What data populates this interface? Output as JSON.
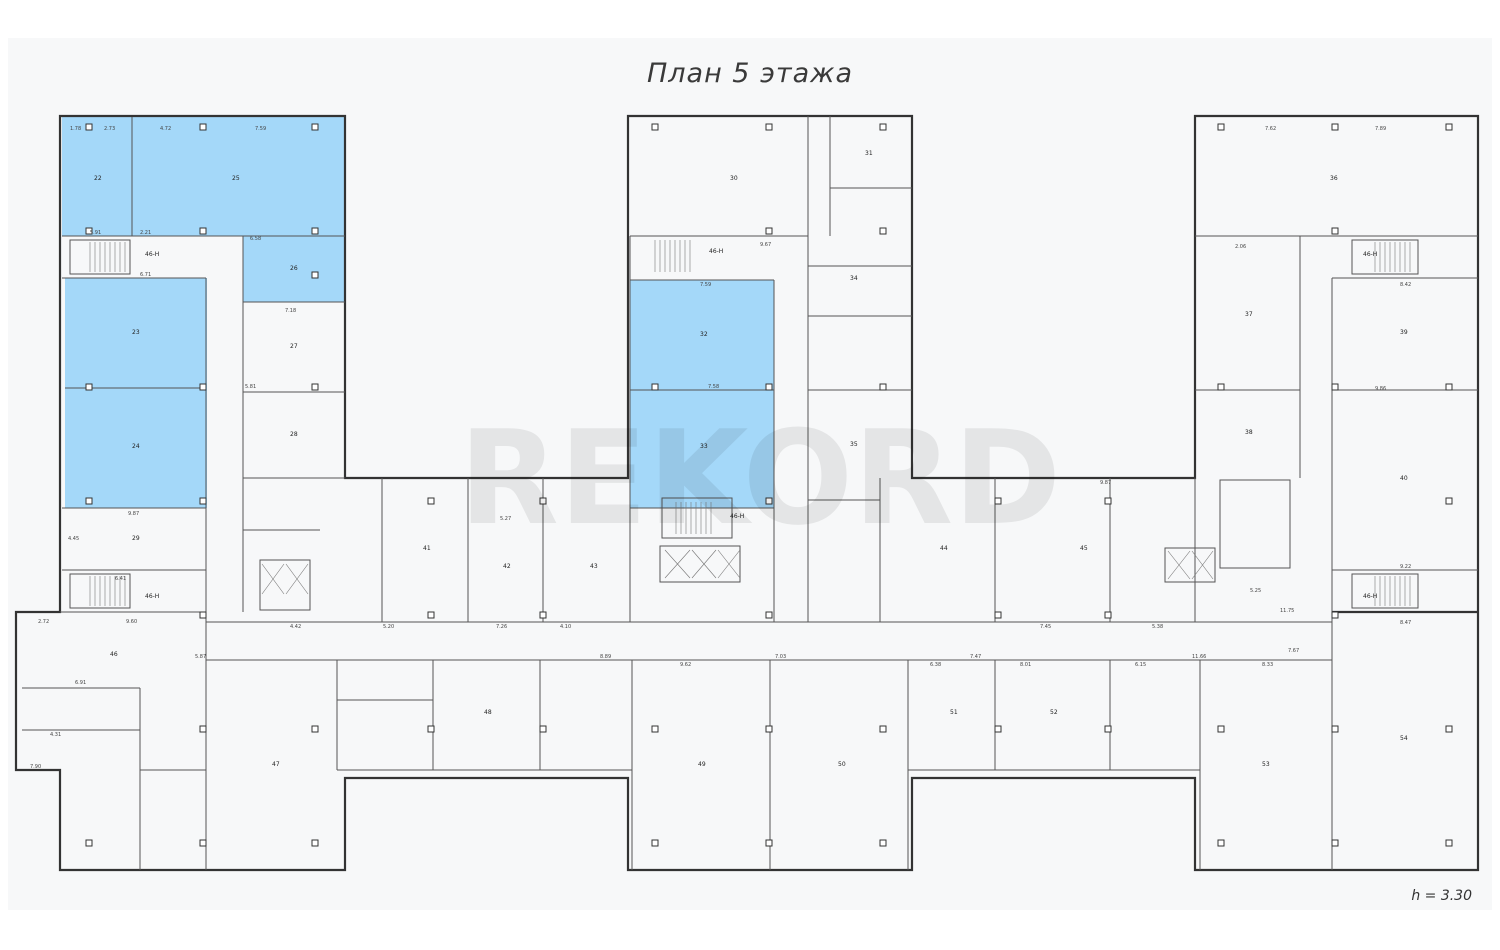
{
  "title": "План 5 этажа",
  "height_note": "h = 3.30",
  "watermark": "REKORD",
  "colors": {
    "highlight": "#a4d8f9",
    "walls": "#333333",
    "background": "#f7f8f9"
  },
  "stair_labels": [
    "46-Н",
    "46-Н",
    "46-Н",
    "46-Н",
    "46-Н",
    "46-Н"
  ],
  "dimension_labels": [
    "1.78",
    "2.73",
    "4.72",
    "7.59",
    "5.91",
    "6.58",
    "6.71",
    "2.21",
    "7.18",
    "9.87",
    "4.45",
    "6.41",
    "2.72",
    "9.60",
    "6.91",
    "4.31",
    "7.90",
    "5.81",
    "5.27",
    "4.42",
    "5.20",
    "7.26",
    "4.10",
    "5.87",
    "7.59",
    "7.58",
    "9.67",
    "8.89",
    "9.62",
    "7.03",
    "6.38",
    "7.47",
    "8.01",
    "6.15",
    "11.66",
    "8.33",
    "7.67",
    "9.86",
    "9.22",
    "8.42",
    "8.47",
    "7.89",
    "7.62",
    "5.25",
    "11.75",
    "9.87",
    "7.45",
    "5.38",
    "2.06"
  ],
  "room_labels": [
    "22",
    "25",
    "23",
    "24",
    "26",
    "27",
    "28",
    "29",
    "30",
    "31",
    "32",
    "33",
    "34",
    "35",
    "36",
    "37",
    "38",
    "39",
    "40",
    "41",
    "42",
    "43",
    "44",
    "45",
    "46",
    "47",
    "48",
    "49",
    "50",
    "51",
    "52",
    "53",
    "54"
  ]
}
